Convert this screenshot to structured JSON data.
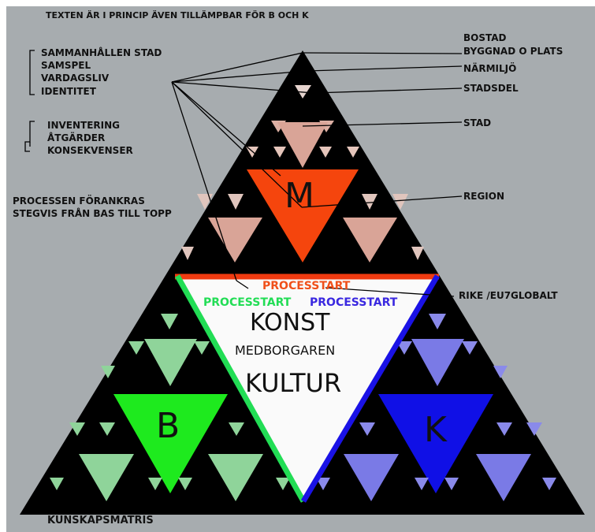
{
  "header_note": "TEXTEN ÄR I PRINCIP  ÄVEN TILLÄMPBAR FÖR B OCH K",
  "left_group_1": [
    "SAMMANHÅLLEN STAD",
    "SAMSPEL",
    "VARDAGSLIV",
    "IDENTITET"
  ],
  "left_group_2": [
    "INVENTERING",
    "ÅTGÄRDER",
    "KONSEKVENSER"
  ],
  "process_note": [
    "PROCESSEN FÖRANKRAS",
    "STEGVIS FRÅN BAS TILL TOPP"
  ],
  "levels": {
    "bostad": "BOSTAD",
    "byggnad": "BYGGNAD O PLATS",
    "narmiljo": "NÄRMILJÖ",
    "stadsdel": "STADSDEL",
    "stad": "STAD",
    "region": "REGION",
    "rike": "RIKE /EU7GLOBALT"
  },
  "corners": {
    "top": "M",
    "left": "B",
    "right": "K"
  },
  "center": {
    "processtart_top": "PROCESSTART",
    "processtart_left": "PROCESSTART",
    "processtart_right": "PROCESSTART",
    "konst": "KONST",
    "medborgaren": "MEDBORGAREN",
    "kultur": "KULTUR"
  },
  "footer_label": "KUNSKAPSMATRIS",
  "colors": {
    "background": "#a7acaf",
    "top_pink": "#d9a497",
    "top_pink_light": "#edd2c9",
    "region_orange": "#f5450d",
    "green": "#1eea1e",
    "green_light": "#8fd49a",
    "blue": "#1010e6",
    "blue_light": "#8888ea",
    "processtart_red": "#f0501a",
    "processtart_green": "#22dd55",
    "processtart_blue": "#3a28e0"
  }
}
